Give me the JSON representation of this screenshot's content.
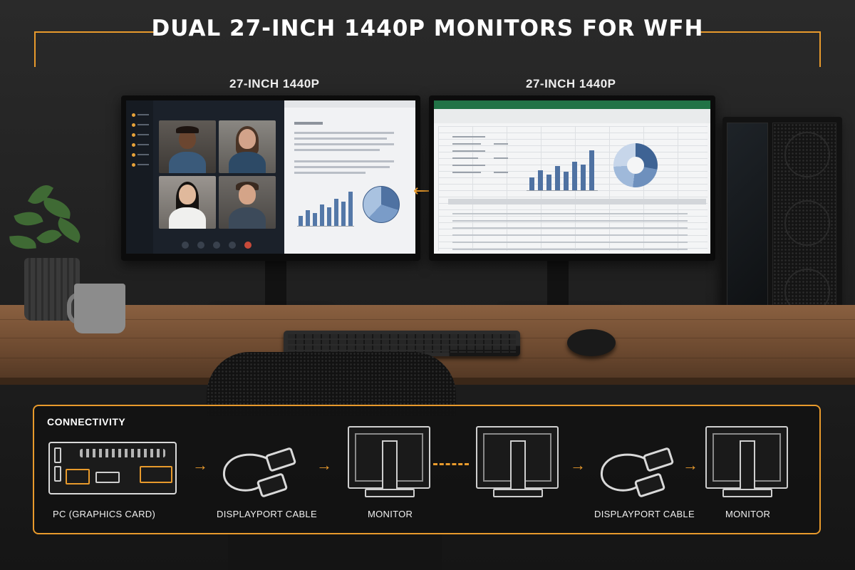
{
  "header": {
    "title": "DUAL 27-INCH 1440P MONITORS FOR WFH"
  },
  "monitors": [
    {
      "label": "27-INCH 1440P"
    },
    {
      "label": "27-INCH 1440P"
    }
  ],
  "connectivity": {
    "title": "CONNECTIVITY",
    "items": [
      {
        "label": "PC (GRAPHICS CARD)"
      },
      {
        "label": "DISPLAYPORT CABLE"
      },
      {
        "label": "MONITOR"
      },
      {
        "label": "DISPLAYPORT CABLE"
      },
      {
        "label": "MONITOR"
      }
    ]
  },
  "colors": {
    "accent": "#e89a2c",
    "spreadsheet_ribbon": "#217346",
    "chart_blue": "#4f72a2"
  },
  "icons": [
    "arrow-right-icon",
    "double-arrow-icon",
    "graphics-card-icon",
    "displayport-cable-icon",
    "monitor-icon"
  ]
}
